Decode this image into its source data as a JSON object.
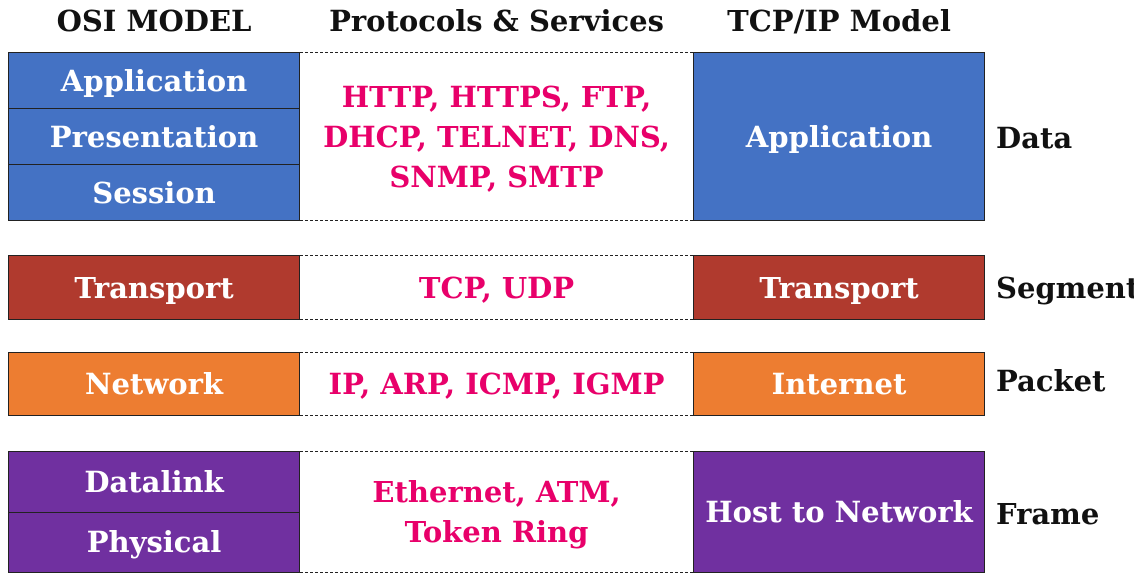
{
  "headers": {
    "osi": "OSI MODEL",
    "protocols": "Protocols & Services",
    "tcpip": "TCP/IP Model"
  },
  "colors": {
    "application": "#4472c4",
    "transport": "#b03a2e",
    "network": "#ed7d31",
    "link": "#7030a0",
    "protocol_text": "#e8006a"
  },
  "groups": [
    {
      "osi_layers": [
        "Application",
        "Presentation",
        "Session"
      ],
      "protocols": [
        "HTTP, HTTPS, FTP,",
        "DHCP, TELNET, DNS,",
        "SNMP, SMTP"
      ],
      "tcpip_layer": "Application",
      "data_unit": "Data"
    },
    {
      "osi_layers": [
        "Transport"
      ],
      "protocols": [
        "TCP, UDP"
      ],
      "tcpip_layer": "Transport",
      "data_unit": "Segment"
    },
    {
      "osi_layers": [
        "Network"
      ],
      "protocols": [
        "IP, ARP, ICMP, IGMP"
      ],
      "tcpip_layer": "Internet",
      "data_unit": "Packet"
    },
    {
      "osi_layers": [
        "Datalink",
        "Physical"
      ],
      "protocols": [
        "Ethernet, ATM,",
        "Token Ring"
      ],
      "tcpip_layer": "Host to Network",
      "data_unit": "Frame"
    }
  ]
}
